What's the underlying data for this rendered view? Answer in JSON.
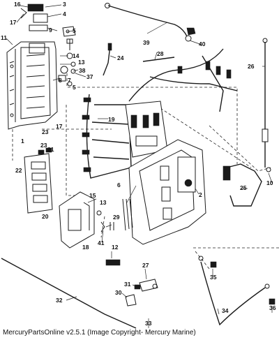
{
  "copyright": "MercuryPartsOnline v2.5.1 (Image Copyright- Mercury Marine)",
  "callouts": {
    "c1": "1",
    "c2": "2",
    "c3": "3",
    "c4": "4",
    "c5": "5",
    "c6": "6",
    "c7": "7",
    "c8": "8",
    "c9": "9",
    "c10": "10",
    "c11": "11",
    "c12": "12",
    "c13": "13",
    "c14": "14",
    "c15": "15",
    "c16": "16",
    "c17": "17",
    "c17b": "17",
    "c18": "18",
    "c19": "19",
    "c20": "20",
    "c21": "21",
    "c22": "22",
    "c23": "23",
    "c23b": "23",
    "c24": "24",
    "c25": "25",
    "c26": "26",
    "c27": "27",
    "c28": "28",
    "c29": "29",
    "c30": "30",
    "c31": "31",
    "c32": "32",
    "c33": "33",
    "c34": "34",
    "c35": "35",
    "c36": "36",
    "c37": "37",
    "c38": "38",
    "c39": "39",
    "c40": "40",
    "c41": "41"
  }
}
